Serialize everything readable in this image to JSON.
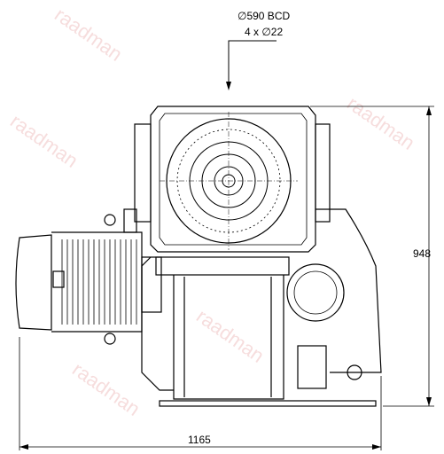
{
  "drawing": {
    "bcd_label": "∅590 BCD",
    "holes_label": "4 x ∅22",
    "width_label": "1165",
    "height_label": "948"
  },
  "watermark": {
    "text": "raadman"
  },
  "colors": {
    "line": "#000000",
    "watermark": "#e8a0a0",
    "background": "#ffffff"
  }
}
